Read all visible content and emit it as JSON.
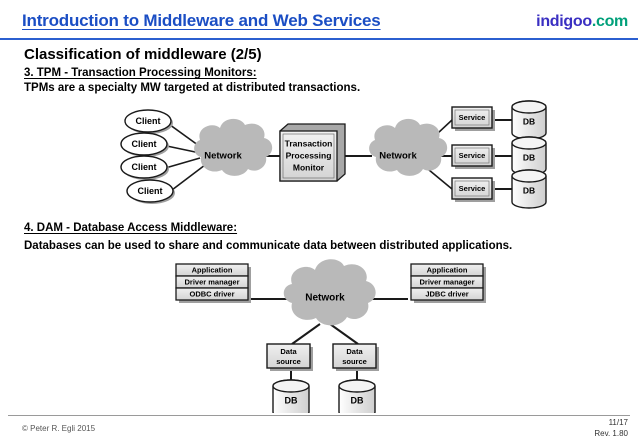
{
  "header": {
    "title": "Introduction to Middleware and Web Services",
    "brand_name": "indigoo",
    "brand_tld": ".com",
    "title_color": "#1b4ec4",
    "brand_color": "#3a2fc2",
    "brand_tld_color": "#00a07a",
    "rule_color": "#2b5fd0"
  },
  "main": {
    "heading": "Classification of middleware (2/5)",
    "sections": [
      {
        "subheading": "3. TPM - Transaction Processing Monitors:",
        "body": "TPMs are a specialty MW targeted at distributed transactions."
      },
      {
        "subheading": "4. DAM - Database Access Middleware:",
        "body": "Databases can be used to share and communicate data between distributed applications."
      }
    ]
  },
  "diagram_tpm": {
    "clients": [
      "Client",
      "Client",
      "Client",
      "Client"
    ],
    "network_left": "Network",
    "tpm_lines": [
      "Transaction",
      "Processing",
      "Monitor"
    ],
    "network_right": "Network",
    "services": [
      "Service",
      "Service",
      "Service"
    ],
    "databases": [
      "DB",
      "DB",
      "DB"
    ]
  },
  "diagram_dam": {
    "left_stack": [
      "Application",
      "Driver manager",
      "ODBC driver"
    ],
    "right_stack": [
      "Application",
      "Driver manager",
      "JDBC driver"
    ],
    "network": "Network",
    "data_sources": [
      {
        "line1": "Data",
        "line2": "source"
      },
      {
        "line1": "Data",
        "line2": "source"
      }
    ],
    "databases": [
      "DB",
      "DB"
    ]
  },
  "footer": {
    "copyright": "© Peter R. Egli 2015",
    "page": "11/17",
    "revision": "Rev. 1.80"
  }
}
